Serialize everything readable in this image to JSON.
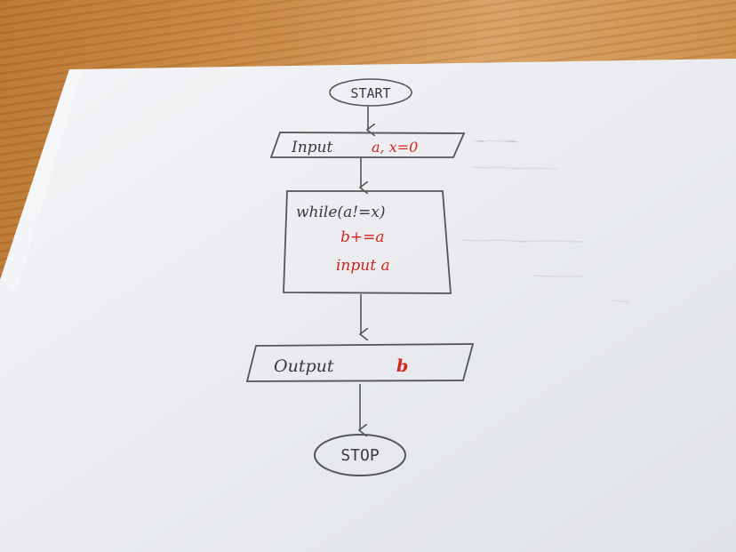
{
  "flowchart": {
    "start": "START",
    "input": {
      "label": "Input",
      "vars": "a, x=0"
    },
    "loop": {
      "condition": "while(a!=x)",
      "body_1": "b+=a",
      "body_2": "input a"
    },
    "output": {
      "label": "Output",
      "var": "b"
    },
    "stop": "STOP"
  },
  "colors": {
    "ink": "#3a3a3a",
    "red_ink": "#d2261c",
    "paper": "#eef0f3",
    "table": "#c8883f"
  }
}
